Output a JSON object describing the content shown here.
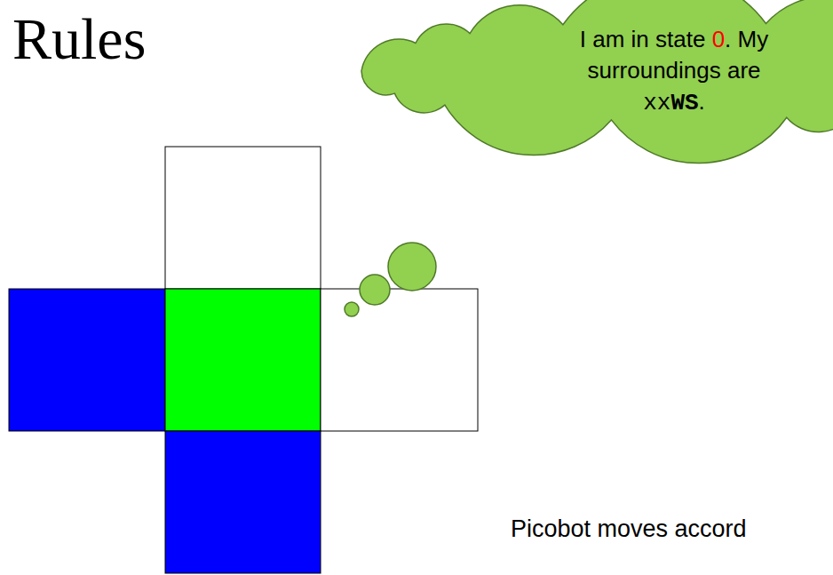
{
  "diagram": {
    "title": "Rules",
    "nodes": [
      {
        "text": [
          "I am in state 0. My surroundings are xxWS."
        ]
      }
    ],
    "labels": [
      "Picobot moves accord"
    ]
  }
}
